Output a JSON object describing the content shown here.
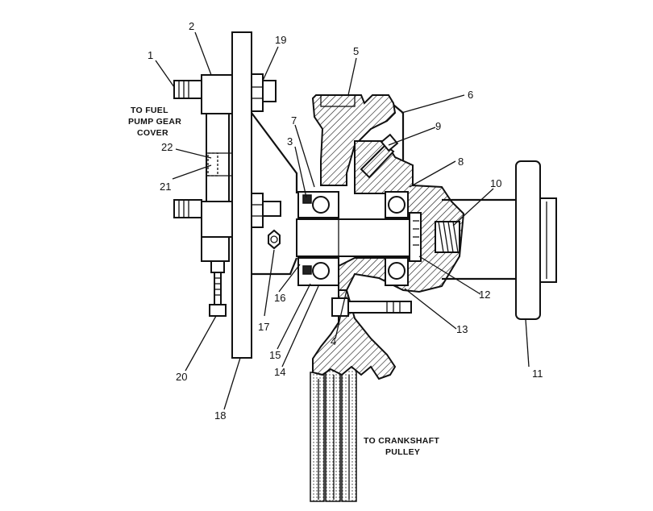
{
  "callouts": [
    {
      "id": "1",
      "text": "1"
    },
    {
      "id": "2",
      "text": "2"
    },
    {
      "id": "3",
      "text": "3"
    },
    {
      "id": "4",
      "text": "4"
    },
    {
      "id": "5",
      "text": "5"
    },
    {
      "id": "6",
      "text": "6"
    },
    {
      "id": "7",
      "text": "7"
    },
    {
      "id": "8",
      "text": "8"
    },
    {
      "id": "9",
      "text": "9"
    },
    {
      "id": "10",
      "text": "10"
    },
    {
      "id": "11",
      "text": "11"
    },
    {
      "id": "12",
      "text": "12"
    },
    {
      "id": "13",
      "text": "13"
    },
    {
      "id": "14",
      "text": "14"
    },
    {
      "id": "15",
      "text": "15"
    },
    {
      "id": "16",
      "text": "16"
    },
    {
      "id": "17",
      "text": "17"
    },
    {
      "id": "18",
      "text": "18"
    },
    {
      "id": "19",
      "text": "19"
    },
    {
      "id": "20",
      "text": "20"
    },
    {
      "id": "21",
      "text": "21"
    },
    {
      "id": "22",
      "text": "22"
    }
  ],
  "notes": {
    "fuel_pump_line1": "TO FUEL",
    "fuel_pump_line2": "PUMP GEAR",
    "fuel_pump_line3": "COVER",
    "crankshaft_line1": "TO CRANKSHAFT",
    "crankshaft_line2": "PULLEY"
  }
}
